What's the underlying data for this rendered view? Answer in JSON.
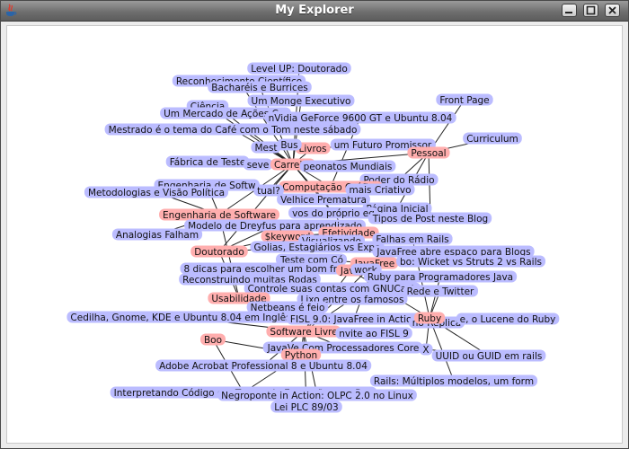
{
  "window": {
    "title": "My Explorer",
    "app_icon": "java-icon",
    "controls": [
      "minimize-icon",
      "maximize-icon",
      "close-icon"
    ]
  },
  "colors": {
    "node_default": "#bbbcff",
    "node_category": "#ffaeae",
    "edge": "#222222",
    "canvas": "#ffffff"
  },
  "graph": {
    "nodes": [
      {
        "id": "n1",
        "label": "Level UP: Doutorado",
        "kind": "post"
      },
      {
        "id": "n2",
        "label": "Reconhecimento Científico",
        "kind": "post"
      },
      {
        "id": "n3",
        "label": "Bacharéis e Burrices",
        "kind": "post"
      },
      {
        "id": "n4",
        "label": "Um Monge Executivo",
        "kind": "post"
      },
      {
        "id": "n5",
        "label": "Ciência",
        "kind": "post"
      },
      {
        "id": "n6",
        "label": "Um Mercado de Ações C...",
        "kind": "post"
      },
      {
        "id": "n7",
        "label": "nVidia GeForce 9600 GT e Ubuntu 8.04",
        "kind": "post"
      },
      {
        "id": "n8",
        "label": "Mestrado é o tema do Café com o Tom neste sábado",
        "kind": "post"
      },
      {
        "id": "n9",
        "label": "Front Page",
        "kind": "post"
      },
      {
        "id": "n10",
        "label": "Curriculum",
        "kind": "post"
      },
      {
        "id": "n11",
        "label": "Mest",
        "kind": "post"
      },
      {
        "id": "n12",
        "label": "Livros",
        "kind": "category"
      },
      {
        "id": "n13",
        "label": "Bus",
        "kind": "post"
      },
      {
        "id": "n14",
        "label": "um Futuro Promissor",
        "kind": "post"
      },
      {
        "id": "n15",
        "label": "Pessoal",
        "kind": "category"
      },
      {
        "id": "n16",
        "label": "Fábrica de Teste",
        "kind": "post"
      },
      {
        "id": "n17",
        "label": "seve",
        "kind": "post"
      },
      {
        "id": "n18",
        "label": "Carreira",
        "kind": "category"
      },
      {
        "id": "n19",
        "label": "peonatos Mundiais",
        "kind": "post"
      },
      {
        "id": "n20",
        "label": "Poder do Rádio",
        "kind": "post"
      },
      {
        "id": "n21",
        "label": "Engenharia de Softw",
        "kind": "post"
      },
      {
        "id": "n22",
        "label": "Computação Gráfica",
        "kind": "category"
      },
      {
        "id": "n23",
        "label": "Metodologias e Visão Política",
        "kind": "post"
      },
      {
        "id": "n24",
        "label": "tual?",
        "kind": "post"
      },
      {
        "id": "n25",
        "label": "mais Criativo",
        "kind": "post"
      },
      {
        "id": "n26",
        "label": "Velhice Prematura",
        "kind": "post"
      },
      {
        "id": "n27",
        "label": "Página Inicial",
        "kind": "post"
      },
      {
        "id": "n28",
        "label": "Engenharia de Software",
        "kind": "category"
      },
      {
        "id": "n29",
        "label": "vos do próprio eg",
        "kind": "post"
      },
      {
        "id": "n30",
        "label": "Tipos de Post neste Blog",
        "kind": "post"
      },
      {
        "id": "n31",
        "label": "Modelo de Dreyfus para aprendizado",
        "kind": "post"
      },
      {
        "id": "n32",
        "label": "Analogias Falham",
        "kind": "post"
      },
      {
        "id": "n33",
        "label": "$keyword",
        "kind": "category"
      },
      {
        "id": "n34",
        "label": "Efetividade",
        "kind": "category"
      },
      {
        "id": "n35",
        "label": "Visualizando",
        "kind": "post"
      },
      {
        "id": "n36",
        "label": "Falhas em Rails",
        "kind": "post"
      },
      {
        "id": "n37",
        "label": "Golias, Estagiários vs Expe",
        "kind": "post"
      },
      {
        "id": "n38",
        "label": "Doutorado",
        "kind": "category"
      },
      {
        "id": "n39",
        "label": "JavaFree abre espaço para Blogs",
        "kind": "post"
      },
      {
        "id": "n40",
        "label": "Teste com Có",
        "kind": "post"
      },
      {
        "id": "n41",
        "label": "JavaFree",
        "kind": "category"
      },
      {
        "id": "n42",
        "label": "bo: Wicket vs Struts 2 vs Rails",
        "kind": "post"
      },
      {
        "id": "n43",
        "label": "8 dicas para escolher um bom fra",
        "kind": "post"
      },
      {
        "id": "n44",
        "label": "Java",
        "kind": "category"
      },
      {
        "id": "n45",
        "label": "work",
        "kind": "post"
      },
      {
        "id": "n46",
        "label": "Reconstruindo muitas Rodas",
        "kind": "post"
      },
      {
        "id": "n47",
        "label": "Ruby para Programadores Java",
        "kind": "post"
      },
      {
        "id": "n48",
        "label": "Controle suas contas com GNUCash",
        "kind": "post"
      },
      {
        "id": "n49",
        "label": "Rede e Twitter",
        "kind": "post"
      },
      {
        "id": "n50",
        "label": "Usabilidade",
        "kind": "category"
      },
      {
        "id": "n51",
        "label": "Lixo entre os famosos",
        "kind": "post"
      },
      {
        "id": "n52",
        "label": "Netbeans é feio",
        "kind": "post"
      },
      {
        "id": "n53",
        "label": "Cedilha, Gnome, KDE e Ubuntu 8.04 em Inglês",
        "kind": "post"
      },
      {
        "id": "n54",
        "label": "FISL 9.0: JavaFree in Action",
        "kind": "post"
      },
      {
        "id": "n55",
        "label": "no Réplica",
        "kind": "post"
      },
      {
        "id": "n56",
        "label": "Ruby",
        "kind": "category"
      },
      {
        "id": "n57",
        "label": "e, o Lucene do Ruby",
        "kind": "post"
      },
      {
        "id": "n58",
        "label": "Software Livre",
        "kind": "category"
      },
      {
        "id": "n59",
        "label": "nvite ao FISL 9",
        "kind": "post"
      },
      {
        "id": "n60",
        "label": "Boo",
        "kind": "category"
      },
      {
        "id": "n61",
        "label": "JavaVe.Com Processadores Core",
        "kind": "post"
      },
      {
        "id": "n62",
        "label": "Python",
        "kind": "category"
      },
      {
        "id": "n63",
        "label": "UUID ou GUID em rails",
        "kind": "post"
      },
      {
        "id": "n64",
        "label": "Adobe Acrobat Professional 8 e Ubuntu 8.04",
        "kind": "post"
      },
      {
        "id": "n65",
        "label": "Rails: Múltiplos modelos, um form",
        "kind": "post"
      },
      {
        "id": "n66",
        "label": "Interpretando Código em Tempo de Execução com Boo",
        "kind": "post"
      },
      {
        "id": "n67",
        "label": "Negroponte in Action: OLPC 2.0 no Linux",
        "kind": "post"
      },
      {
        "id": "n68",
        "label": "Lei PLC 89/03",
        "kind": "post"
      },
      {
        "id": "n69",
        "label": "X",
        "kind": "post"
      }
    ],
    "edges": [
      [
        "n1",
        "n18"
      ],
      [
        "n2",
        "n18"
      ],
      [
        "n3",
        "n18"
      ],
      [
        "n4",
        "n18"
      ],
      [
        "n5",
        "n18"
      ],
      [
        "n6",
        "n18"
      ],
      [
        "n8",
        "n18"
      ],
      [
        "n7",
        "n22"
      ],
      [
        "n11",
        "n18"
      ],
      [
        "n12",
        "n18"
      ],
      [
        "n13",
        "n12"
      ],
      [
        "n14",
        "n12"
      ],
      [
        "n16",
        "n18"
      ],
      [
        "n17",
        "n18"
      ],
      [
        "n19",
        "n18"
      ],
      [
        "n21",
        "n28"
      ],
      [
        "n23",
        "n28"
      ],
      [
        "n24",
        "n18"
      ],
      [
        "n26",
        "n18"
      ],
      [
        "n29",
        "n18"
      ],
      [
        "n9",
        "n15"
      ],
      [
        "n10",
        "n15"
      ],
      [
        "n20",
        "n15"
      ],
      [
        "n27",
        "n15"
      ],
      [
        "n30",
        "n15"
      ],
      [
        "n15",
        "n18"
      ],
      [
        "n25",
        "n22"
      ],
      [
        "n22",
        "n18"
      ],
      [
        "n28",
        "n18"
      ],
      [
        "n31",
        "n38"
      ],
      [
        "n32",
        "n28"
      ],
      [
        "n31",
        "n28"
      ],
      [
        "n33",
        "n34"
      ],
      [
        "n35",
        "n34"
      ],
      [
        "n36",
        "n34"
      ],
      [
        "n37",
        "n38"
      ],
      [
        "n38",
        "n18"
      ],
      [
        "n38",
        "n50"
      ],
      [
        "n39",
        "n41"
      ],
      [
        "n40",
        "n41"
      ],
      [
        "n42",
        "n41"
      ],
      [
        "n43",
        "n44"
      ],
      [
        "n45",
        "n44"
      ],
      [
        "n46",
        "n44"
      ],
      [
        "n47",
        "n56"
      ],
      [
        "n44",
        "n41"
      ],
      [
        "n48",
        "n58"
      ],
      [
        "n49",
        "n56"
      ],
      [
        "n50",
        "n28"
      ],
      [
        "n51",
        "n58"
      ],
      [
        "n52",
        "n50"
      ],
      [
        "n53",
        "n58"
      ],
      [
        "n54",
        "n41"
      ],
      [
        "n55",
        "n56"
      ],
      [
        "n57",
        "n56"
      ],
      [
        "n56",
        "n63"
      ],
      [
        "n59",
        "n58"
      ],
      [
        "n58",
        "n44"
      ],
      [
        "n60",
        "n62"
      ],
      [
        "n61",
        "n58"
      ],
      [
        "n62",
        "n58"
      ],
      [
        "n64",
        "n58"
      ],
      [
        "n65",
        "n56"
      ],
      [
        "n66",
        "n60"
      ],
      [
        "n66",
        "n62"
      ],
      [
        "n67",
        "n58"
      ],
      [
        "n68",
        "n58"
      ],
      [
        "n69",
        "n56"
      ],
      [
        "n34",
        "n18"
      ],
      [
        "n33",
        "n38"
      ],
      [
        "n41",
        "n58"
      ],
      [
        "n44",
        "n56"
      ],
      [
        "n36",
        "n56"
      ],
      [
        "n63",
        "n69"
      ]
    ]
  }
}
